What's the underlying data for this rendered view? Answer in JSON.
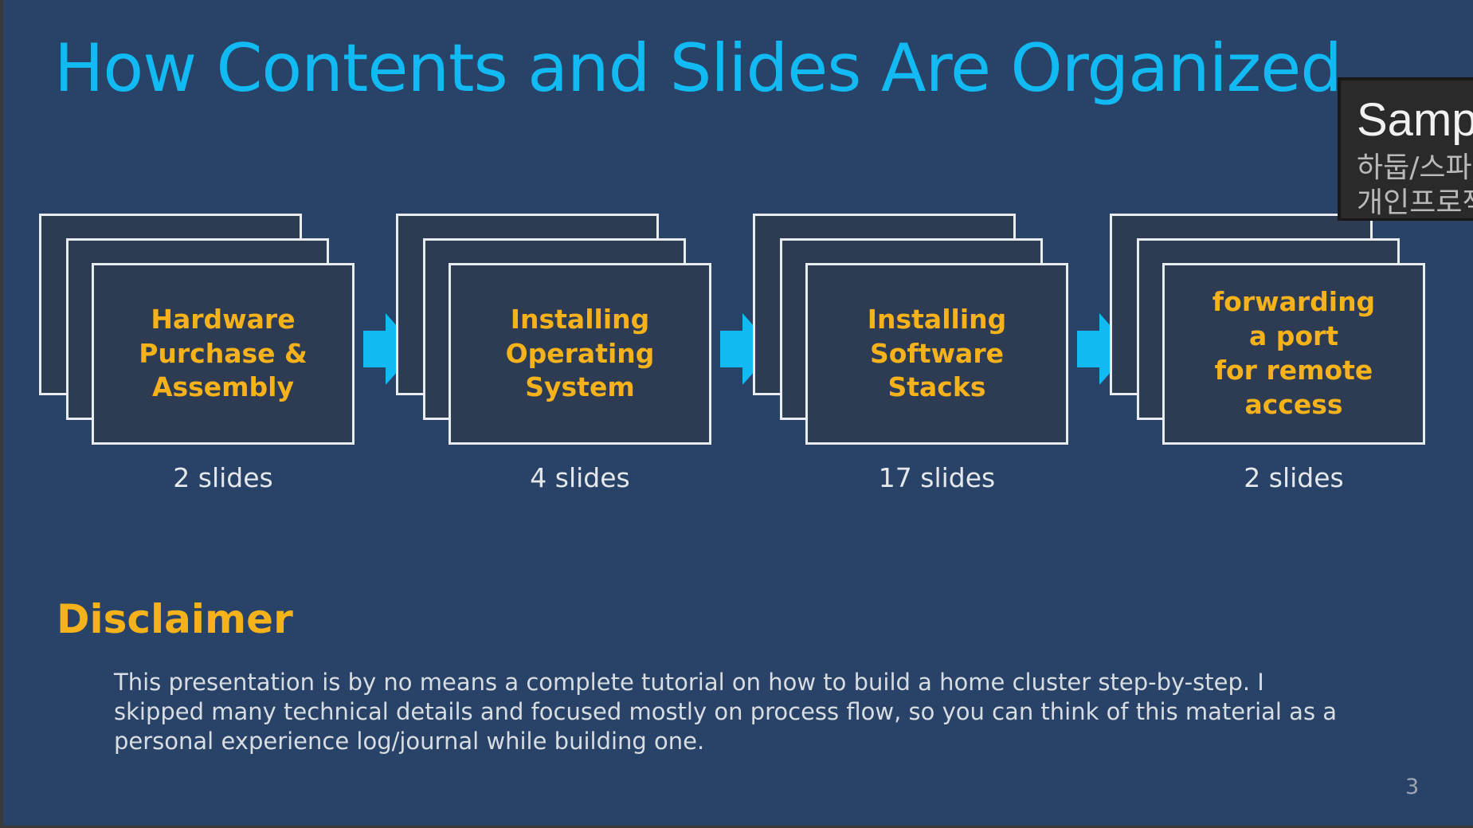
{
  "slide": {
    "title": "How Contents and Slides Are Organized",
    "stages": [
      {
        "label": "Hardware\nPurchase &\nAssembly",
        "count": "2 slides"
      },
      {
        "label": "Installing\nOperating\nSystem",
        "count": "4 slides"
      },
      {
        "label": "Installing\nSoftware\nStacks",
        "count": "17 slides"
      },
      {
        "label": "forwarding\na port\nfor remote\naccess",
        "count": "2 slides"
      }
    ],
    "disclaimer": {
      "heading": "Disclaimer",
      "body": "This presentation is by no means a complete tutorial on how to build a home cluster step-by-step. I skipped many technical details and focused mostly on process flow, so you can think of this material as a personal experience log/journal while building one."
    },
    "page_number": "3"
  },
  "overlay": {
    "title": "Samp",
    "line1": "하둡/스파",
    "line2": "개인프로젝"
  },
  "colors": {
    "background": "#294267",
    "title": "#11baf2",
    "accent": "#f5b21b",
    "arrow": "#11baf2",
    "card": "#2e3c53"
  },
  "icons": {
    "arrow": "right-arrow-icon"
  }
}
